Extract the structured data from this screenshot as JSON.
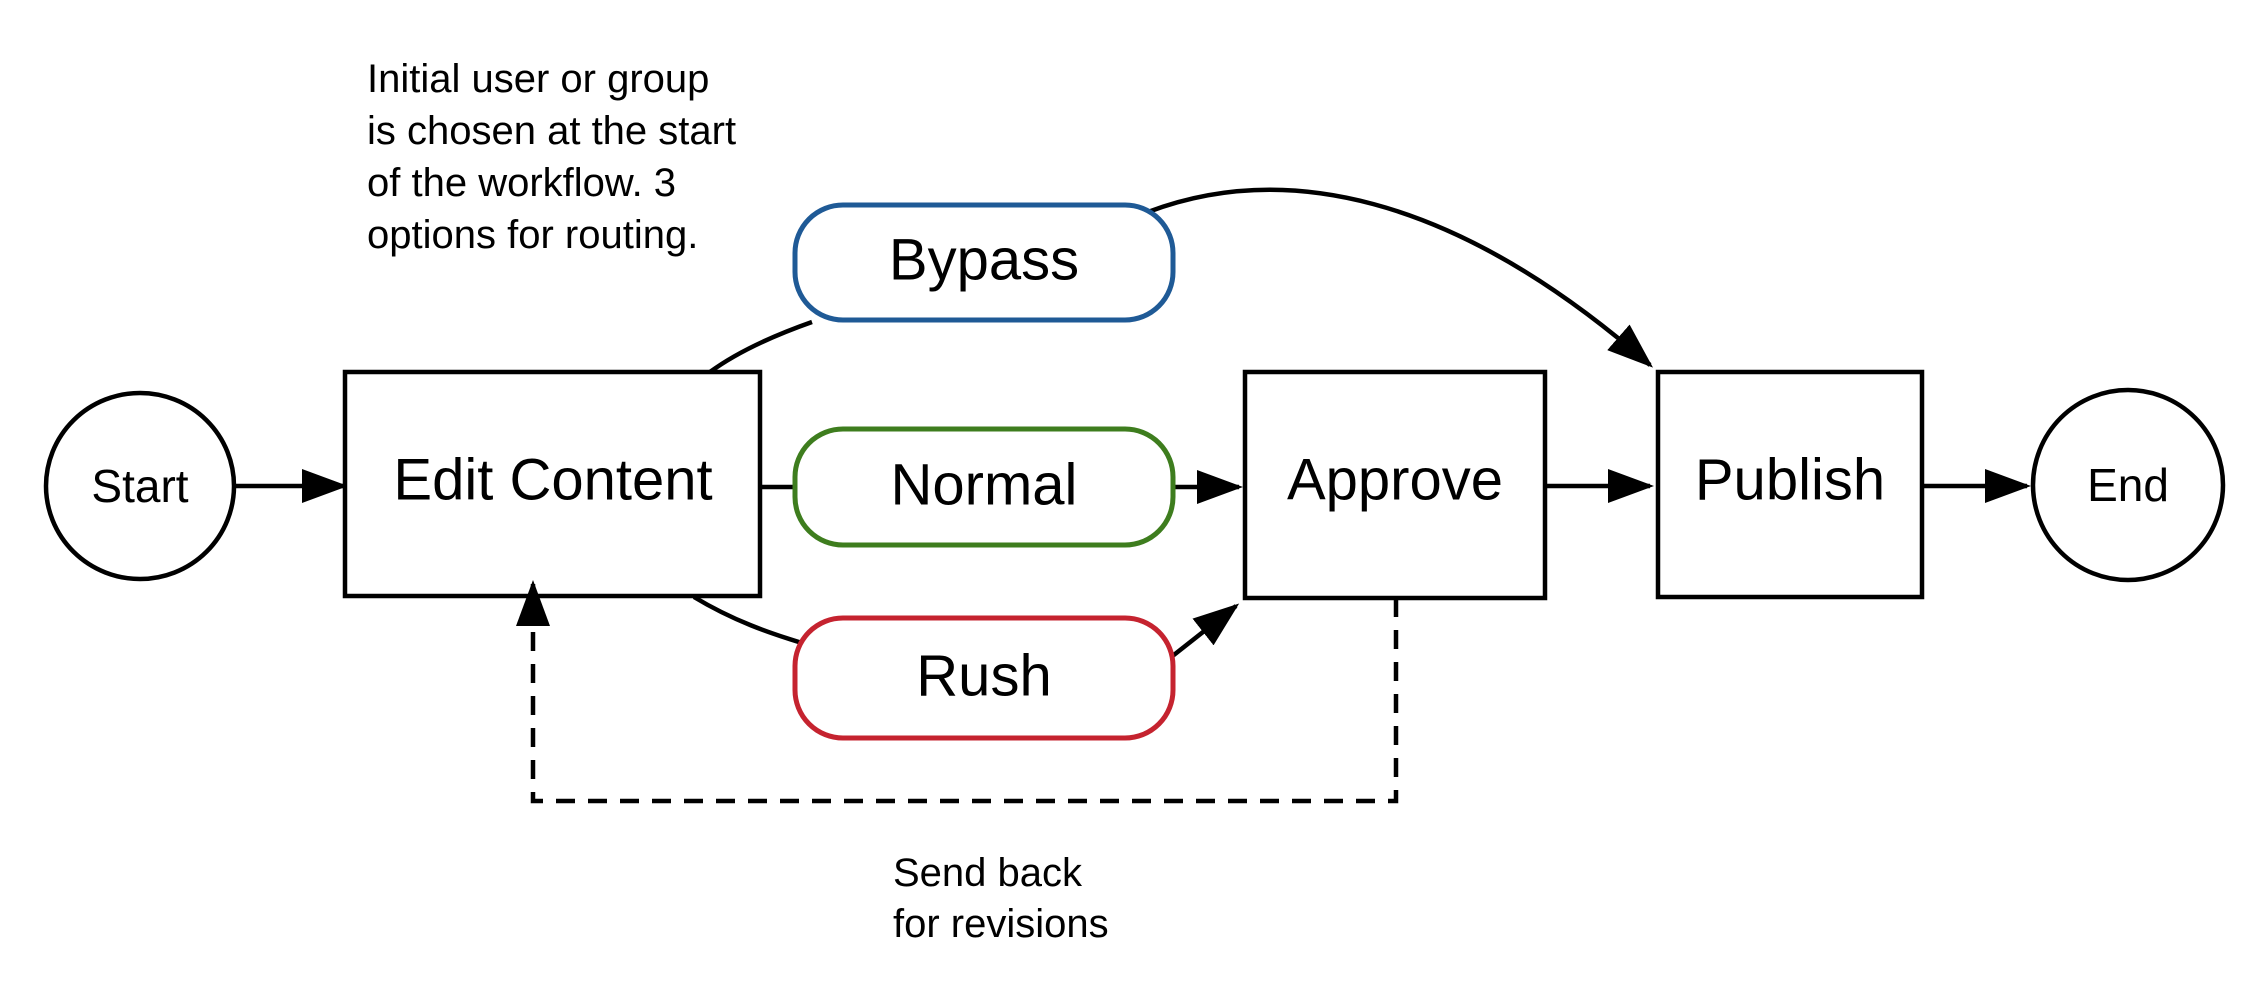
{
  "nodes": {
    "start": {
      "label": "Start"
    },
    "edit_content": {
      "label": "Edit Content"
    },
    "bypass": {
      "label": "Bypass"
    },
    "normal": {
      "label": "Normal"
    },
    "rush": {
      "label": "Rush"
    },
    "approve": {
      "label": "Approve"
    },
    "publish": {
      "label": "Publish"
    },
    "end": {
      "label": "End"
    }
  },
  "annotations": {
    "routing_note": {
      "line1": "Initial user or group",
      "line2": "is chosen at the start",
      "line3": "of the workflow. 3",
      "line4": "options for routing."
    },
    "send_back_note": {
      "line1": "Send back",
      "line2": "for revisions"
    }
  },
  "colors": {
    "ink": "#000000",
    "background": "#ffffff",
    "bypass_border": "#1f5a96",
    "normal_border": "#3e7d1e",
    "rush_border": "#c5232f"
  }
}
